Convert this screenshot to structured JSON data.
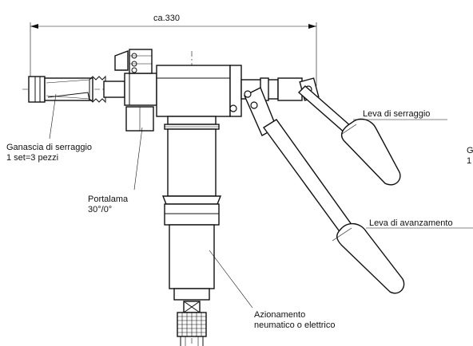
{
  "dimension": {
    "overall_length": "ca.330"
  },
  "labels": {
    "clamping_jaw_line1": "Ganascia di serraggio",
    "clamping_jaw_line2": "1 set=3 pezzi",
    "tool_holder_line1": "Portalama",
    "tool_holder_line2": "30°/0°",
    "clamping_lever": "Leva di serraggio",
    "feed_lever": "Leva di avanzamento",
    "drive_line1": "Azionamento",
    "drive_line2": "neumatico o elettrico",
    "cut_right_line1": "G",
    "cut_right_line2": "1"
  },
  "colors": {
    "line": "#111111",
    "background": "#ffffff"
  }
}
